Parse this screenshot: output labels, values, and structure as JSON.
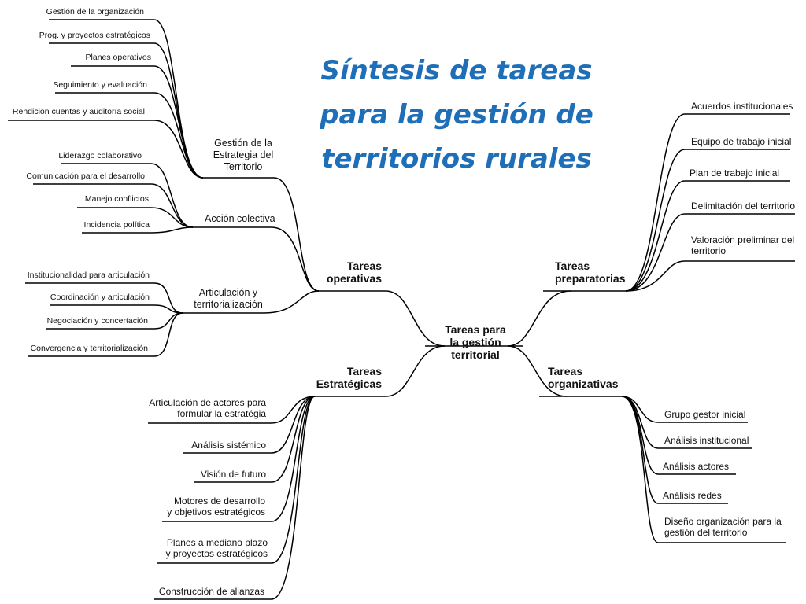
{
  "title": {
    "lines": [
      "Síntesis de tareas",
      "para la gestión de",
      "territorios rurales"
    ],
    "color": "#1F6FB8"
  },
  "root": {
    "lines": [
      "Tareas para",
      "la gestión",
      "territorial"
    ]
  },
  "branches": {
    "operativas": {
      "lines": [
        "Tareas",
        "operativas"
      ],
      "groups": {
        "gestion": {
          "lines": [
            "Gestión de la",
            "Estrategia del",
            "Territorio"
          ],
          "leaves": [
            "Gestión de la organización",
            "Prog. y proyectos estratégicos",
            "Planes operativos",
            "Seguimiento y evaluación",
            "Rendición cuentas y auditoría social"
          ]
        },
        "accion": {
          "lines": [
            "Acción colectiva"
          ],
          "leaves": [
            "Liderazgo colaborativo",
            "Comunicación para el desarrollo",
            "Manejo conflictos",
            "Incidencia política"
          ]
        },
        "articulacion": {
          "lines": [
            "Articulación y",
            "territorialización"
          ],
          "leaves": [
            "Institucionalidad para articulación",
            "Coordinación y articulación",
            "Negociación y concertación",
            "Convergencia y territorialización"
          ]
        }
      }
    },
    "estrategicas": {
      "lines": [
        "Tareas",
        "Estratégicas"
      ],
      "leaves": [
        [
          "Articulación de actores para",
          "formular la estratégia"
        ],
        [
          "Análisis sistémico"
        ],
        [
          "Visión de futuro"
        ],
        [
          "Motores de desarrollo",
          "y objetivos estratégicos"
        ],
        [
          "Planes a mediano plazo",
          "y proyectos estratégicos"
        ],
        [
          "Construcción de alianzas"
        ]
      ]
    },
    "preparatorias": {
      "lines": [
        "Tareas",
        "preparatorias"
      ],
      "leaves": [
        [
          "Acuerdos institucionales"
        ],
        [
          "Equipo de trabajo inicial"
        ],
        [
          "Plan de trabajo inicial"
        ],
        [
          "Delimitación del territorio"
        ],
        [
          "Valoración preliminar del",
          "territorio"
        ]
      ]
    },
    "organizativas": {
      "lines": [
        "Tareas",
        "organizativas"
      ],
      "leaves": [
        [
          "Grupo gestor inicial"
        ],
        [
          "Análisis institucional"
        ],
        [
          "Análisis actores"
        ],
        [
          "Análisis redes"
        ],
        [
          "Diseño organización para la",
          "gestión del territorio"
        ]
      ]
    }
  }
}
